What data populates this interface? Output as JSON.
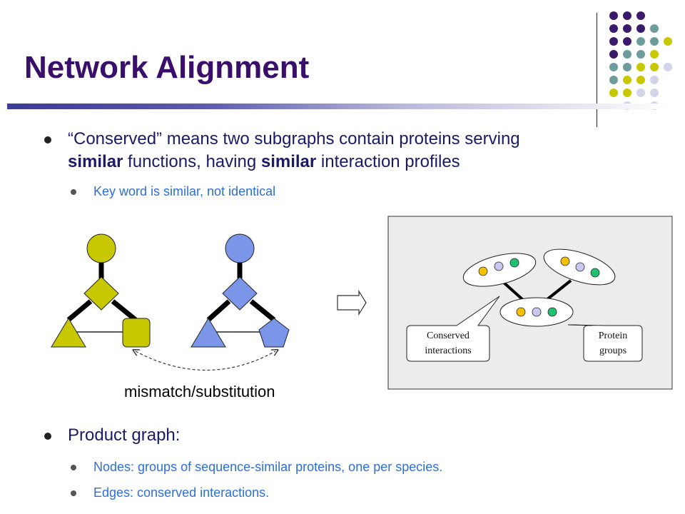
{
  "slide": {
    "title": "Network Alignment",
    "bullets": {
      "conserved_line1_pre": "“Conserved” means two subgraphs contain proteins serving",
      "conserved_line2_w1": "similar",
      "conserved_line2_mid": " functions, having ",
      "conserved_line2_w2": "similar",
      "conserved_line2_post": " interaction profiles",
      "keyword": "Key word is similar, not identical",
      "product_graph": "Product graph:",
      "nodes": "Nodes: groups of sequence-similar proteins, one per species.",
      "edges": "Edges: conserved interactions."
    },
    "figure": {
      "mismatch_caption": "mismatch/substitution",
      "callout_left_line1": "Conserved",
      "callout_left_line2": "interactions",
      "callout_right_line1": "Protein",
      "callout_right_line2": "groups"
    },
    "colors": {
      "title": "#3a0e6b",
      "yellow_green": "#c8c800",
      "blue": "#7b96e8",
      "teal": "#6e9c9c",
      "purple": "#3a1a6b",
      "lavender": "#d3d3ea"
    }
  }
}
